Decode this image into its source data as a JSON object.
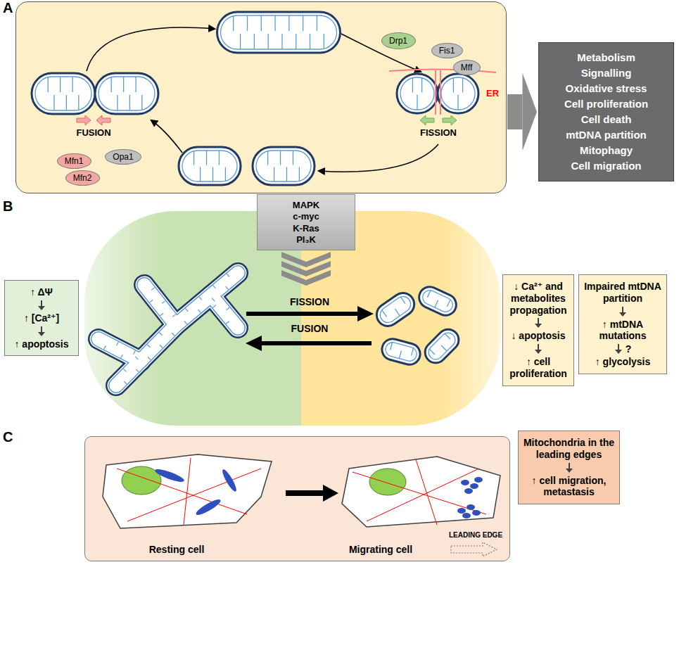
{
  "diagram": {
    "nodes": [
      {
        "text": [
          "FUSION",
          "FISSION",
          "ER"
        ]
      },
      {
        "text": [
          "Drp1"
        ],
        "in": 0
      },
      {
        "text": [
          "Fis1"
        ],
        "in": 0
      },
      {
        "text": [
          "Mff"
        ],
        "in": 0
      },
      {
        "text": [
          "Mfn1"
        ],
        "in": 0
      },
      {
        "text": [
          "Mfn2"
        ],
        "in": 0
      },
      {
        "text": [
          "Opa1"
        ],
        "in": 0
      },
      {
        "text": [
          "Metabolism",
          "Signalling",
          "Oxidative stress",
          "Cell proliferation",
          "Cell death",
          "mtDNA partition",
          "Mitophagy",
          "Cell migration"
        ]
      },
      {
        "text": [
          "MAPK",
          "c-myc",
          "K-Ras",
          "PI₃K"
        ]
      },
      {
        "text": [
          "↑ ΔΨ",
          "↑ [Ca²⁺]",
          "↑ apoptosis"
        ]
      },
      {
        "text": [
          "↓ Ca²⁺ and metabolites propagation",
          "↓ apoptosis",
          "↑ cell proliferation"
        ]
      },
      {
        "text": [
          "Impaired mtDNA partition",
          "↑ mtDNA mutations",
          "?",
          "↑ glycolysis"
        ]
      },
      {
        "text": [
          "Resting cell",
          "Migrating cell",
          "LEADING EDGE"
        ]
      },
      {
        "text": [
          "Mitochondria in the leading edges",
          "↑ cell migration, metastasis"
        ]
      }
    ],
    "edges": [
      {
        "from": 0,
        "to": 7,
        "arrow": "to"
      }
    ],
    "labels": [
      "A",
      "B",
      "C",
      "FISSION",
      "FUSION"
    ]
  }
}
